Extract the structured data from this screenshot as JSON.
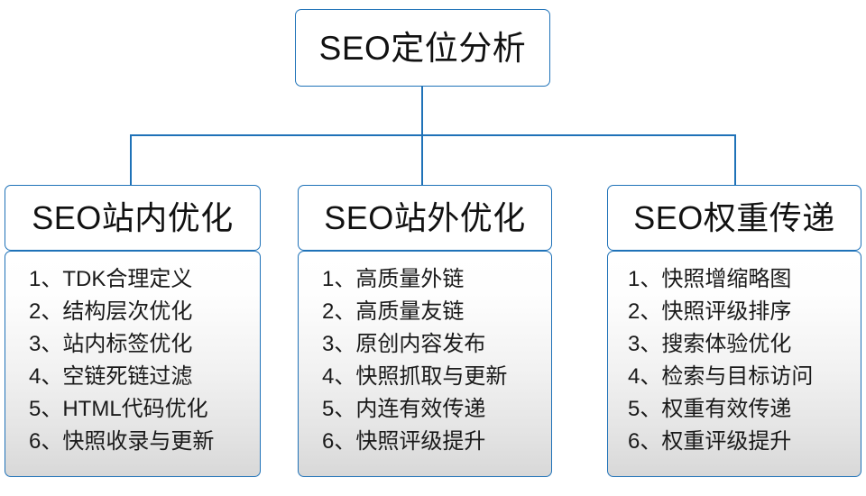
{
  "diagram": {
    "type": "hierarchy-tree",
    "accent_color": "#1f72b8",
    "text_color": "#111111",
    "background": "#ffffff",
    "root": {
      "title": "SEO定位分析"
    },
    "branches": [
      {
        "header": "SEO站内优化",
        "items": [
          "1、TDK合理定义",
          "2、结构层次优化",
          "3、站内标签优化",
          "4、空链死链过滤",
          "5、HTML代码优化",
          "6、快照收录与更新"
        ]
      },
      {
        "header": "SEO站外优化",
        "items": [
          "1、高质量外链",
          "2、高质量友链",
          "3、原创内容发布",
          "4、快照抓取与更新",
          "5、内连有效传递",
          "6、快照评级提升"
        ]
      },
      {
        "header": "SEO权重传递",
        "items": [
          "1、快照增缩略图",
          "2、快照评级排序",
          "3、搜索体验优化",
          "4、检索与目标访问",
          "5、权重有效传递",
          "6、权重评级提升"
        ]
      }
    ]
  }
}
